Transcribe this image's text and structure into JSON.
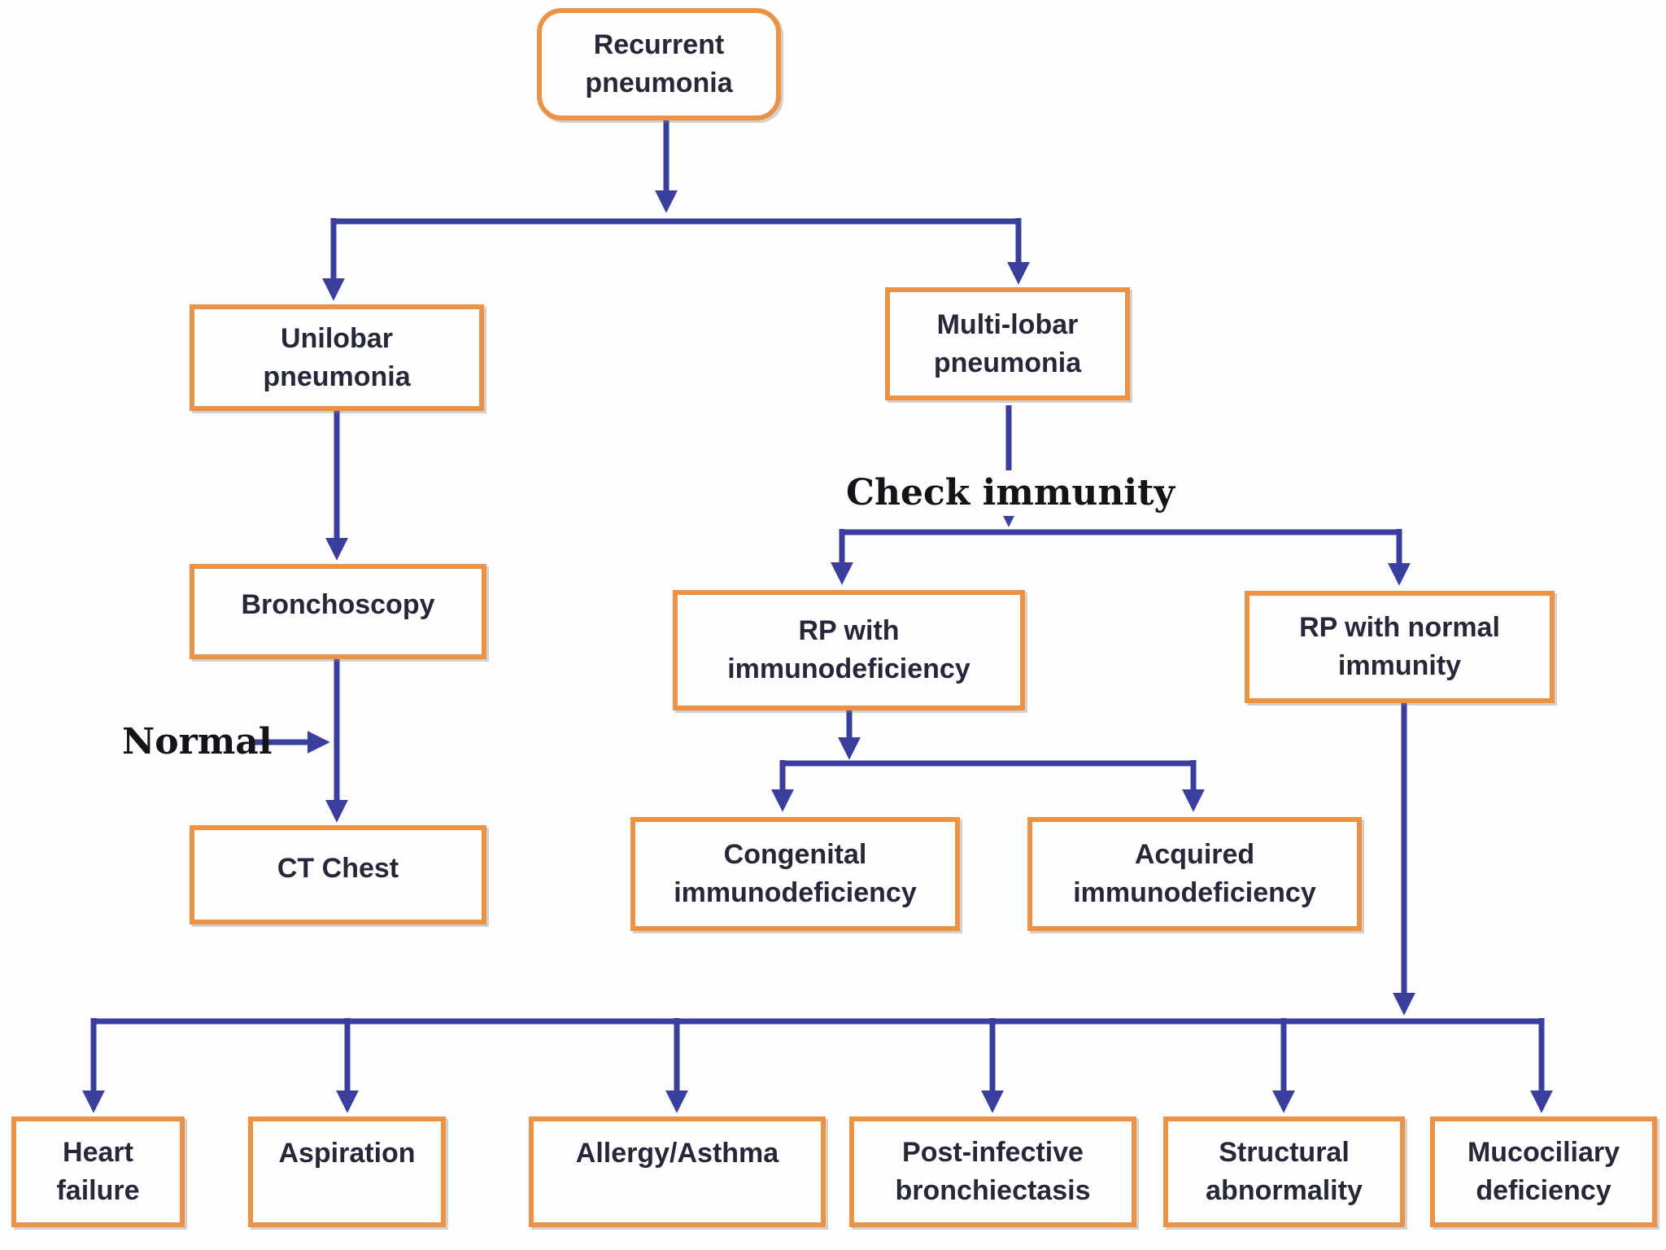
{
  "diagram_type": "flowchart",
  "nodes": {
    "recurrent": "Recurrent\npneumonia",
    "unilobar": "Unilobar\npneumonia",
    "multilobar": "Multi-lobar\npneumonia",
    "bronchoscopy": "Bronchoscopy",
    "ct_chest": "CT Chest",
    "rp_immunodeficiency": "RP with\nimmunodeficiency",
    "rp_normal_immunity": "RP with normal\nimmunity",
    "congenital": "Congenital\nimmunodeficiency",
    "acquired": "Acquired\nimmunodeficiency",
    "heart_failure": "Heart\nfailure",
    "aspiration": "Aspiration",
    "allergy_asthma": "Allergy/Asthma",
    "post_infective": "Post-infective\nbronchiectasis",
    "structural": "Structural\nabnormality",
    "mucociliary": "Mucociliary\ndeficiency"
  },
  "edge_labels": {
    "check_immunity": "Check immunity",
    "normal": "Normal"
  },
  "colors": {
    "line": "#3a3f9e",
    "box_border": "#ed9245",
    "node_text": "#26283a",
    "label_text": "#131419",
    "background": "#fdfdfd"
  }
}
